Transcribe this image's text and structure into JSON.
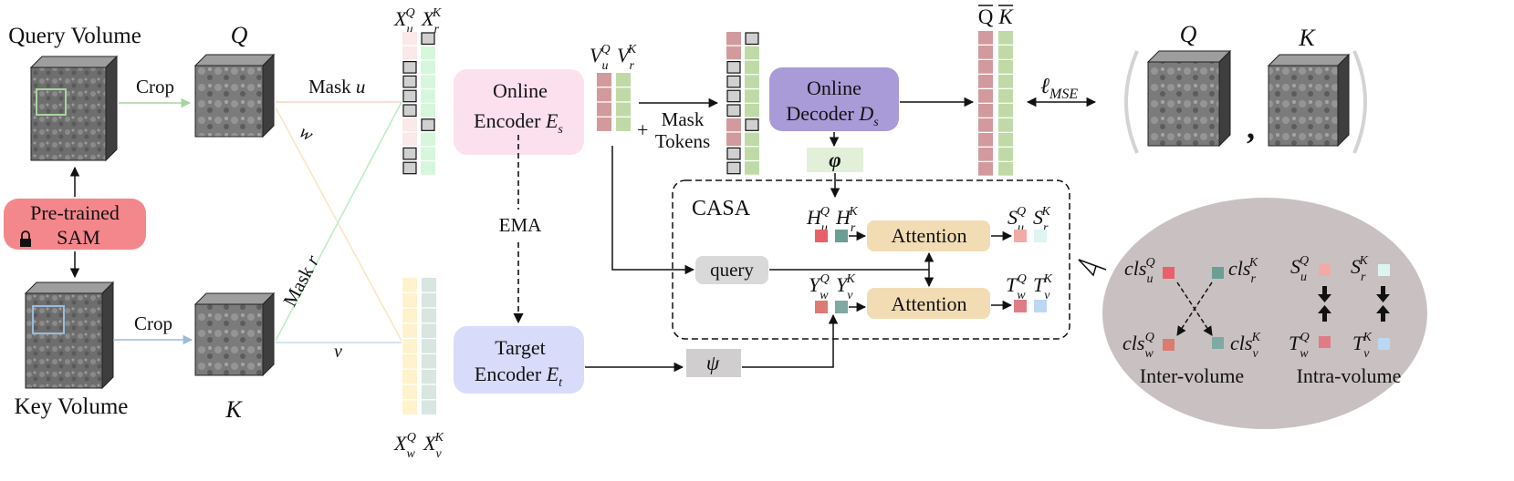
{
  "colors": {
    "online_encoder": "#fde0ee",
    "target_encoder": "#d9dbfb",
    "online_decoder": "#a99ad8",
    "sam": "#f4878c",
    "attention": "#f2dcb4",
    "query_box": "#d9d9d9",
    "phi_box": "#e2f0d9",
    "psi_box": "#d0cece",
    "ellipse": "#c9c1c1",
    "q_token": "#d29a9c",
    "k_token": "#bfdaa6",
    "q_token_light": "#fbe8e8",
    "k_token_light": "#d6f7dc",
    "wq_token": "#fff2cc",
    "vk_token": "#d7e6df",
    "mask_token": "#d0d0d0",
    "h_q": "#e8606a",
    "h_k": "#6b9e95",
    "y_q": "#db7b72",
    "y_k": "#7fa9a2",
    "s_q": "#f2aaa6",
    "s_k": "#def4f1",
    "t_q": "#df7c88",
    "t_k": "#bcd7f4"
  },
  "left": {
    "query_volume": "Query Volume",
    "key_volume": "Key Volume",
    "sam_line1": "Pre-trained",
    "sam_line2": "SAM",
    "lock_icon": "lock-icon",
    "crop_top": "Crop",
    "crop_bottom": "Crop",
    "q_label": "Q",
    "k_label": "K"
  },
  "masks": {
    "mask_u_word": "Mask",
    "mask_u_var": "u",
    "w": "w",
    "mask_r": "Mask r",
    "v": "v"
  },
  "tokens": {
    "x_base": "X",
    "sub_u": "u",
    "sub_r": "r",
    "sub_w": "w",
    "sub_v": "v",
    "sup_q": "Q",
    "sup_k": "K",
    "v_base": "V"
  },
  "encoders": {
    "online_line1": "Online",
    "online_line2": "Encoder",
    "online_var": "E",
    "online_sub": "s",
    "ema": "EMA",
    "target_line1": "Target",
    "target_line2": "Encoder",
    "target_var": "E",
    "target_sub": "t",
    "plus": "+",
    "mask_tokens_1": "Mask",
    "mask_tokens_2": "Tokens"
  },
  "decoder": {
    "line1": "Online",
    "line2": "Decoder",
    "var": "D",
    "sub": "s",
    "phi": "φ",
    "psi": "ψ",
    "q_bar": "Q",
    "k_bar": "K",
    "loss_base": "ℓ",
    "loss_sub": "MSE"
  },
  "casa": {
    "title": "CASA",
    "attention_top": "Attention",
    "attention_bottom": "Attention",
    "query": "query",
    "h_base": "H",
    "y_base": "Y",
    "s_base": "S",
    "t_base": "T",
    "sub_u": "u",
    "sub_r": "r",
    "sub_w": "w",
    "sub_v": "v",
    "sup_q": "Q",
    "sup_k": "K"
  },
  "right": {
    "q": "Q",
    "k": "K",
    "comma": ",",
    "cls": "cls",
    "inter": "Inter-volume",
    "intra": "Intra-volume",
    "s_base": "S",
    "t_base": "T",
    "sub_u": "u",
    "sub_r": "r",
    "sub_w": "w",
    "sub_v": "v",
    "sup_q": "Q",
    "sup_k": "K"
  }
}
